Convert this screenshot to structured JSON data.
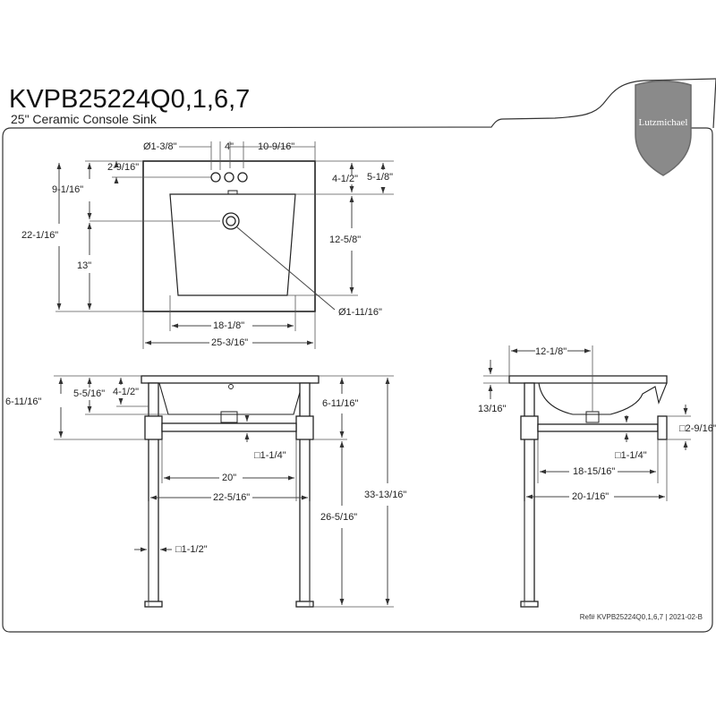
{
  "header": {
    "model": "KVPB25224Q0,1,6,7",
    "subtitle": "25\" Ceramic Console Sink",
    "brand": "Lutzmichael",
    "reference": "Ref# KVPB25224Q0,1,6,7 | 2021-02-B"
  },
  "top_view": {
    "hole_dia": "Ø1-3/8\"",
    "hole_spacing": "4\"",
    "hole_offset_right": "10-9/16\"",
    "hole_offset_back": "2-9/16\"",
    "drain_from_back": "9-1/16\"",
    "overall_depth": "22-1/16\"",
    "drain_from_front": "13\"",
    "basin_to_back": "4-1/2\"",
    "deck_depth": "5-1/8\"",
    "basin_depth": "12-5/8\"",
    "drain_dia": "Ø1-11/16\"",
    "basin_width": "18-1/8\"",
    "overall_width": "25-3/16\""
  },
  "front_view": {
    "overall_height_left": "6-11/16\"",
    "basin_height": "5-5/16\"",
    "apron_height": "4-1/2\"",
    "bar_height": "6-11/16\"",
    "bar_size": "□1-1/4\"",
    "bar_span_inner": "20\"",
    "bar_span_outer": "22-5/16\"",
    "overall_height": "33-13/16\"",
    "leg_height": "26-5/16\"",
    "leg_size": "□1-1/2\""
  },
  "side_view": {
    "drain_from_wall": "12-1/8\"",
    "rim_thickness": "13/16\"",
    "bracket_size": "□2-9/16\"",
    "bar_size": "□1-1/4\"",
    "bar_length": "18-15/16\"",
    "overall_depth": "20-1/16\""
  }
}
